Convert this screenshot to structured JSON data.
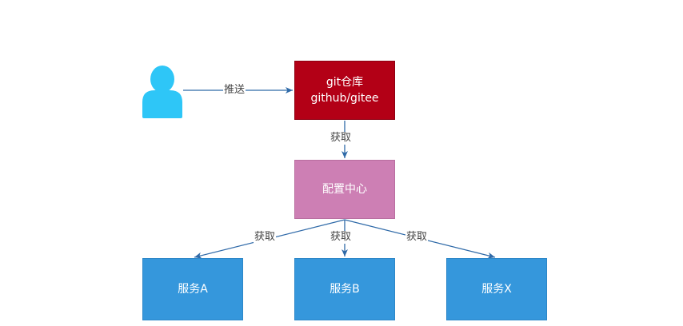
{
  "nodes": {
    "git_repo": {
      "line1": "git仓库",
      "line2": "github/gitee",
      "color": "#b30016"
    },
    "config_center": {
      "label": "配置中心",
      "color": "#cd7fb4"
    },
    "service_a": {
      "label": "服务A",
      "color": "#3597dc"
    },
    "service_b": {
      "label": "服务B",
      "color": "#3597dc"
    },
    "service_x": {
      "label": "服务X",
      "color": "#3597dc"
    }
  },
  "user": {
    "icon": "user-icon",
    "color": "#2ec6f7"
  },
  "edges": {
    "push_label": "推送",
    "fetch_repo_label": "获取",
    "fetch_a_label": "获取",
    "fetch_b_label": "获取",
    "fetch_x_label": "获取"
  },
  "edge_color": "#2f6aa8"
}
